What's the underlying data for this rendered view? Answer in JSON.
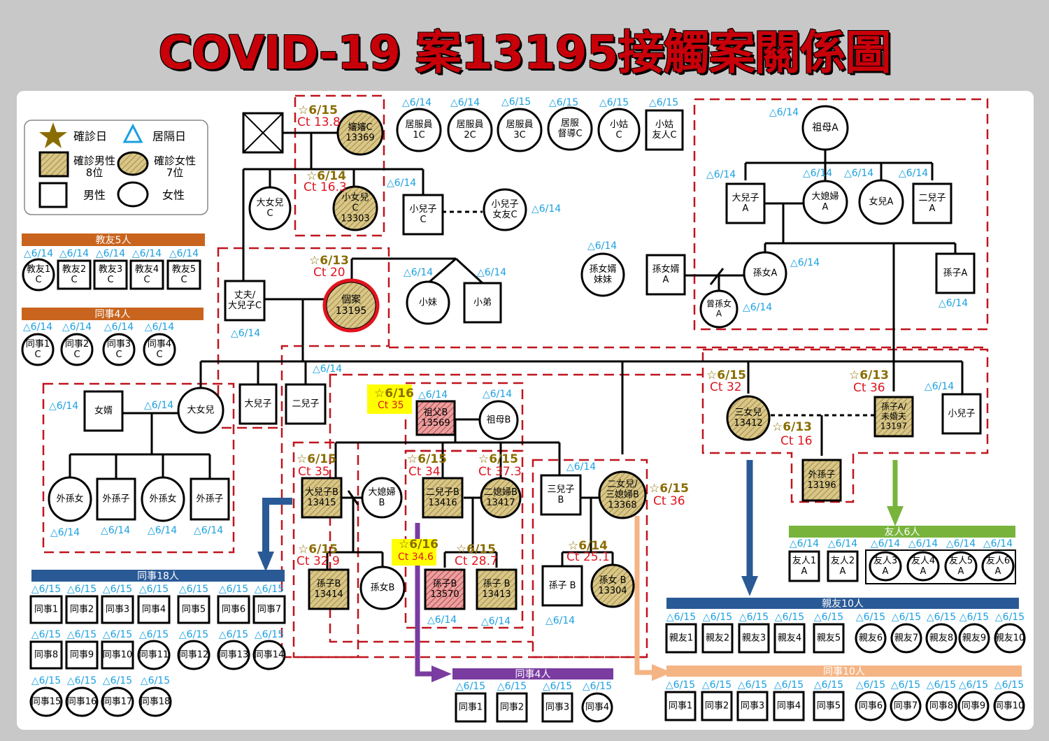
{
  "title": "COVID-19 案13195接觸案關係圖",
  "legend": {
    "confirm_date": "確診日",
    "quarantine_date": "居隔日",
    "confirmed_male": [
      "確診男性",
      "8位"
    ],
    "confirmed_female": [
      "確診女性",
      "7位"
    ],
    "male": "男性",
    "female": "女性"
  },
  "colors": {
    "confirmed_fill": "#d8c68a",
    "index_ring": "#e0141e",
    "dash_red": "#c0141e",
    "quarantine_text": "#1aa0e0",
    "confirm_text": "#8a6d00",
    "ct_text": "#e0141e",
    "highlight": "#ffff00",
    "bar_orange": "#c8641e",
    "bar_blue": "#2a5a96",
    "bar_green": "#78b43c",
    "bar_peach": "#f4b484",
    "bar_purple": "#7a3ca0",
    "arrow_blue": "#2a5a96",
    "arrow_green": "#78b43c",
    "arrow_peach": "#f4b484",
    "arrow_purple": "#7a3ca0",
    "arrow_steel": "#2a5a96"
  },
  "people": [
    {
      "id": "deceased",
      "shape": "deceased"
    },
    {
      "id": "momC",
      "shape": "circle",
      "label": [
        "嬸嬸C",
        "13369"
      ],
      "confirmed": true
    },
    {
      "id": "aide1C",
      "shape": "circle",
      "label": [
        "居服員",
        "1C"
      ]
    },
    {
      "id": "aide2C",
      "shape": "circle",
      "label": [
        "居服員",
        "2C"
      ]
    },
    {
      "id": "aide3C",
      "shape": "circle",
      "label": [
        "居服員",
        "3C"
      ]
    },
    {
      "id": "superC",
      "shape": "circle",
      "label": [
        "居服",
        "督導C"
      ]
    },
    {
      "id": "auntC",
      "shape": "circle",
      "label": [
        "小姑",
        "C"
      ]
    },
    {
      "id": "auntFriendC",
      "shape": "square",
      "label": [
        "小姑",
        "友人C"
      ]
    },
    {
      "id": "eldestDauC",
      "shape": "circle",
      "label": [
        "大女兒",
        "C"
      ]
    },
    {
      "id": "youngDauC",
      "shape": "circle",
      "label": [
        "小女兒",
        "C",
        "13303"
      ],
      "confirmed": true
    },
    {
      "id": "youngSonC",
      "shape": "square",
      "label": [
        "小兒子",
        "C"
      ]
    },
    {
      "id": "youngSonGfC",
      "shape": "circle",
      "label": [
        "小兒子",
        "女友C"
      ]
    },
    {
      "id": "husband",
      "shape": "square",
      "label": [
        "丈夫/",
        "大兒子C"
      ]
    },
    {
      "id": "index",
      "shape": "circle",
      "label": [
        "個案",
        "13195"
      ],
      "confirmed": true,
      "index": true
    },
    {
      "id": "sister",
      "shape": "circle",
      "label": [
        "小妹"
      ]
    },
    {
      "id": "brother",
      "shape": "square",
      "label": [
        "小弟"
      ]
    },
    {
      "id": "gmA",
      "shape": "circle",
      "label": [
        "祖母A"
      ]
    },
    {
      "id": "sonA",
      "shape": "square",
      "label": [
        "大兒子",
        "A"
      ]
    },
    {
      "id": "dilA",
      "shape": "circle",
      "label": [
        "大媳婦",
        "A"
      ]
    },
    {
      "id": "dauA",
      "shape": "circle",
      "label": [
        "女兒A"
      ]
    },
    {
      "id": "son2A",
      "shape": "square",
      "label": [
        "二兒子",
        "A"
      ]
    },
    {
      "id": "gdHusSister",
      "shape": "circle",
      "label": [
        "孫女婿",
        "妹妹"
      ]
    },
    {
      "id": "gdHusA",
      "shape": "square",
      "label": [
        "孫女婿",
        "A"
      ]
    },
    {
      "id": "gdA",
      "shape": "circle",
      "label": [
        "孫女A"
      ]
    },
    {
      "id": "gsA",
      "shape": "square",
      "label": [
        "孫子A"
      ]
    },
    {
      "id": "ggdA",
      "shape": "circle",
      "label": [
        "曾孫女",
        "A"
      ]
    },
    {
      "id": "sonInLaw",
      "shape": "square",
      "label": [
        "女婿"
      ]
    },
    {
      "id": "eldestDau",
      "shape": "circle",
      "label": [
        "大女兒"
      ]
    },
    {
      "id": "eldestSon",
      "shape": "square",
      "label": [
        "大兒子"
      ]
    },
    {
      "id": "secondSon",
      "shape": "square",
      "label": [
        "二兒子"
      ]
    },
    {
      "id": "ggd1",
      "shape": "circle",
      "label": [
        "外孫女"
      ]
    },
    {
      "id": "ggs1",
      "shape": "square",
      "label": [
        "外孫子"
      ]
    },
    {
      "id": "ggd2",
      "shape": "circle",
      "label": [
        "外孫女"
      ]
    },
    {
      "id": "ggs2",
      "shape": "square",
      "label": [
        "外孫子"
      ]
    },
    {
      "id": "gfB",
      "shape": "square",
      "label": [
        "祖父B",
        "13569"
      ],
      "confirmed": true,
      "hatch": "red"
    },
    {
      "id": "gmB",
      "shape": "circle",
      "label": [
        "祖母B"
      ]
    },
    {
      "id": "sonB",
      "shape": "square",
      "label": [
        "大兒子B",
        "13415"
      ],
      "confirmed": true
    },
    {
      "id": "dilB",
      "shape": "circle",
      "label": [
        "大媳婦",
        "B"
      ]
    },
    {
      "id": "son2B",
      "shape": "square",
      "label": [
        "二兒子B",
        "13416"
      ],
      "confirmed": true
    },
    {
      "id": "dil2B",
      "shape": "circle",
      "label": [
        "二媳婦B",
        "13417"
      ],
      "confirmed": true
    },
    {
      "id": "son3B",
      "shape": "square",
      "label": [
        "三兒子",
        "B"
      ]
    },
    {
      "id": "dau2B",
      "shape": "circle",
      "label": [
        "二女兒/",
        "三媳婦B",
        "13368"
      ],
      "confirmed": true
    },
    {
      "id": "gsB1",
      "shape": "square",
      "label": [
        "孫子B",
        "13414"
      ],
      "confirmed": true
    },
    {
      "id": "gdB",
      "shape": "circle",
      "label": [
        "孫女B"
      ]
    },
    {
      "id": "gsB2",
      "shape": "square",
      "label": [
        "孫子B",
        "13570"
      ],
      "confirmed": true,
      "hatch": "red"
    },
    {
      "id": "gsB3",
      "shape": "square",
      "label": [
        "孫子 B",
        "13413"
      ],
      "confirmed": true
    },
    {
      "id": "gsB4",
      "shape": "square",
      "label": [
        "孫子 B"
      ]
    },
    {
      "id": "gdB2",
      "shape": "circle",
      "label": [
        "孫女 B",
        "13304"
      ],
      "confirmed": true
    },
    {
      "id": "dau3",
      "shape": "circle",
      "label": [
        "三女兒",
        "13412"
      ],
      "confirmed": true
    },
    {
      "id": "gsA2",
      "shape": "square",
      "label": [
        "孫子A/",
        "未婚夫",
        "13197"
      ],
      "confirmed": true
    },
    {
      "id": "youngestSon",
      "shape": "square",
      "label": [
        "小兒子"
      ]
    },
    {
      "id": "ggs3",
      "shape": "square",
      "label": [
        "外孫子",
        "13196"
      ],
      "confirmed": true
    }
  ],
  "annotations": [
    {
      "kind": "confirm",
      "text": "☆6/15"
    },
    {
      "kind": "ct",
      "text": "Ct 13.8"
    },
    {
      "kind": "confirm",
      "text": "☆6/14"
    },
    {
      "kind": "ct",
      "text": "Ct 16.3"
    },
    {
      "kind": "confirm",
      "text": "☆6/13"
    },
    {
      "kind": "ct",
      "text": "Ct 20"
    },
    {
      "kind": "confirm",
      "text": "☆6/16"
    },
    {
      "kind": "ct",
      "text": "Ct 35"
    },
    {
      "kind": "confirm",
      "text": "☆6/15"
    },
    {
      "kind": "ct",
      "text": "Ct 35"
    },
    {
      "kind": "confirm",
      "text": "☆6/15"
    },
    {
      "kind": "ct",
      "text": "Ct 34"
    },
    {
      "kind": "confirm",
      "text": "☆6/15"
    },
    {
      "kind": "ct",
      "text": "Ct 37.3"
    },
    {
      "kind": "confirm",
      "text": "☆6/15"
    },
    {
      "kind": "ct",
      "text": "Ct 36"
    },
    {
      "kind": "confirm",
      "text": "☆6/15"
    },
    {
      "kind": "ct",
      "text": "Ct 32.9"
    },
    {
      "kind": "confirm",
      "text": "☆6/16"
    },
    {
      "kind": "ct",
      "text": "Ct 34.6"
    },
    {
      "kind": "confirm",
      "text": "☆6/15"
    },
    {
      "kind": "ct",
      "text": "Ct 28.7"
    },
    {
      "kind": "confirm",
      "text": "☆6/14"
    },
    {
      "kind": "ct",
      "text": "Ct 25.1"
    },
    {
      "kind": "confirm",
      "text": "☆6/15"
    },
    {
      "kind": "ct",
      "text": "Ct 32"
    },
    {
      "kind": "confirm",
      "text": "☆6/13"
    },
    {
      "kind": "ct",
      "text": "Ct 36"
    },
    {
      "kind": "confirm",
      "text": "☆6/13"
    },
    {
      "kind": "ct",
      "text": "Ct 16"
    }
  ],
  "quarantine_labels": [
    "△6/14",
    "△6/15"
  ],
  "groups": {
    "teacher_friends": {
      "title": "教友5人",
      "dates": [
        "△6/14",
        "△6/14",
        "△6/14",
        "△6/14",
        "△6/14"
      ],
      "members": [
        {
          "l": [
            "教友1",
            "C"
          ],
          "s": "circle"
        },
        {
          "l": [
            "教友2",
            "C"
          ],
          "s": "square"
        },
        {
          "l": [
            "教友3",
            "C"
          ],
          "s": "square"
        },
        {
          "l": [
            "教友4",
            "C"
          ],
          "s": "square"
        },
        {
          "l": [
            "教友5",
            "C"
          ],
          "s": "square"
        }
      ]
    },
    "colleagues4_top": {
      "title": "同事4人",
      "dates": [
        "△6/14",
        "△6/14",
        "△6/14",
        "△6/14"
      ],
      "members": [
        {
          "l": [
            "同事1",
            "C"
          ],
          "s": "circle"
        },
        {
          "l": [
            "同事2",
            "C"
          ],
          "s": "circle"
        },
        {
          "l": [
            "同事3",
            "C"
          ],
          "s": "circle"
        },
        {
          "l": [
            "同事4",
            "C"
          ],
          "s": "circle"
        }
      ]
    },
    "colleagues18": {
      "title": "同事18人",
      "date": "△6/15",
      "members": [
        {
          "l": "同事1",
          "s": "square"
        },
        {
          "l": "同事2",
          "s": "square"
        },
        {
          "l": "同事3",
          "s": "square"
        },
        {
          "l": "同事4",
          "s": "square"
        },
        {
          "l": "同事5",
          "s": "square"
        },
        {
          "l": "同事6",
          "s": "square"
        },
        {
          "l": "同事7",
          "s": "square"
        },
        {
          "l": "同事8",
          "s": "square"
        },
        {
          "l": "同事9",
          "s": "square"
        },
        {
          "l": "同事10",
          "s": "square"
        },
        {
          "l": "同事11",
          "s": "circle"
        },
        {
          "l": "同事12",
          "s": "circle"
        },
        {
          "l": "同事13",
          "s": "circle"
        },
        {
          "l": "同事14",
          "s": "circle"
        },
        {
          "l": "同事15",
          "s": "circle"
        },
        {
          "l": "同事16",
          "s": "circle"
        },
        {
          "l": "同事17",
          "s": "circle"
        },
        {
          "l": "同事18",
          "s": "circle"
        }
      ]
    },
    "colleagues4_mid": {
      "title": "同事4人",
      "date": "△6/15",
      "members": [
        {
          "l": "同事1",
          "s": "square"
        },
        {
          "l": "同事2",
          "s": "square"
        },
        {
          "l": "同事3",
          "s": "square"
        },
        {
          "l": "同事4",
          "s": "circle"
        }
      ]
    },
    "friends6": {
      "title": "友人6人",
      "date": "△6/14",
      "members": [
        {
          "l": [
            "友人1",
            "A"
          ],
          "s": "square"
        },
        {
          "l": [
            "友人2",
            "A"
          ],
          "s": "square"
        },
        {
          "l": [
            "友人3",
            "A"
          ],
          "s": "circle"
        },
        {
          "l": [
            "友人4",
            "A"
          ],
          "s": "circle"
        },
        {
          "l": [
            "友人5",
            "A"
          ],
          "s": "circle"
        },
        {
          "l": [
            "友人6",
            "A"
          ],
          "s": "circle"
        }
      ]
    },
    "relatives10": {
      "title": "親友10人",
      "date": "△6/15",
      "members": [
        {
          "l": "親友1",
          "s": "square"
        },
        {
          "l": "親友2",
          "s": "square"
        },
        {
          "l": "親友3",
          "s": "square"
        },
        {
          "l": "親友4",
          "s": "square"
        },
        {
          "l": "親友5",
          "s": "square"
        },
        {
          "l": "親友6",
          "s": "circle"
        },
        {
          "l": "親友7",
          "s": "circle"
        },
        {
          "l": "親友8",
          "s": "circle"
        },
        {
          "l": "親友9",
          "s": "circle"
        },
        {
          "l": "親友10",
          "s": "circle"
        }
      ]
    },
    "colleagues10": {
      "title": "同事10人",
      "date": "△6/15",
      "members": [
        {
          "l": "同事1",
          "s": "square"
        },
        {
          "l": "同事2",
          "s": "square"
        },
        {
          "l": "同事3",
          "s": "square"
        },
        {
          "l": "同事4",
          "s": "square"
        },
        {
          "l": "同事5",
          "s": "square"
        },
        {
          "l": "同事6",
          "s": "circle"
        },
        {
          "l": "同事7",
          "s": "circle"
        },
        {
          "l": "同事8",
          "s": "circle"
        },
        {
          "l": "同事9",
          "s": "circle"
        },
        {
          "l": "同事10",
          "s": "circle"
        }
      ]
    }
  }
}
